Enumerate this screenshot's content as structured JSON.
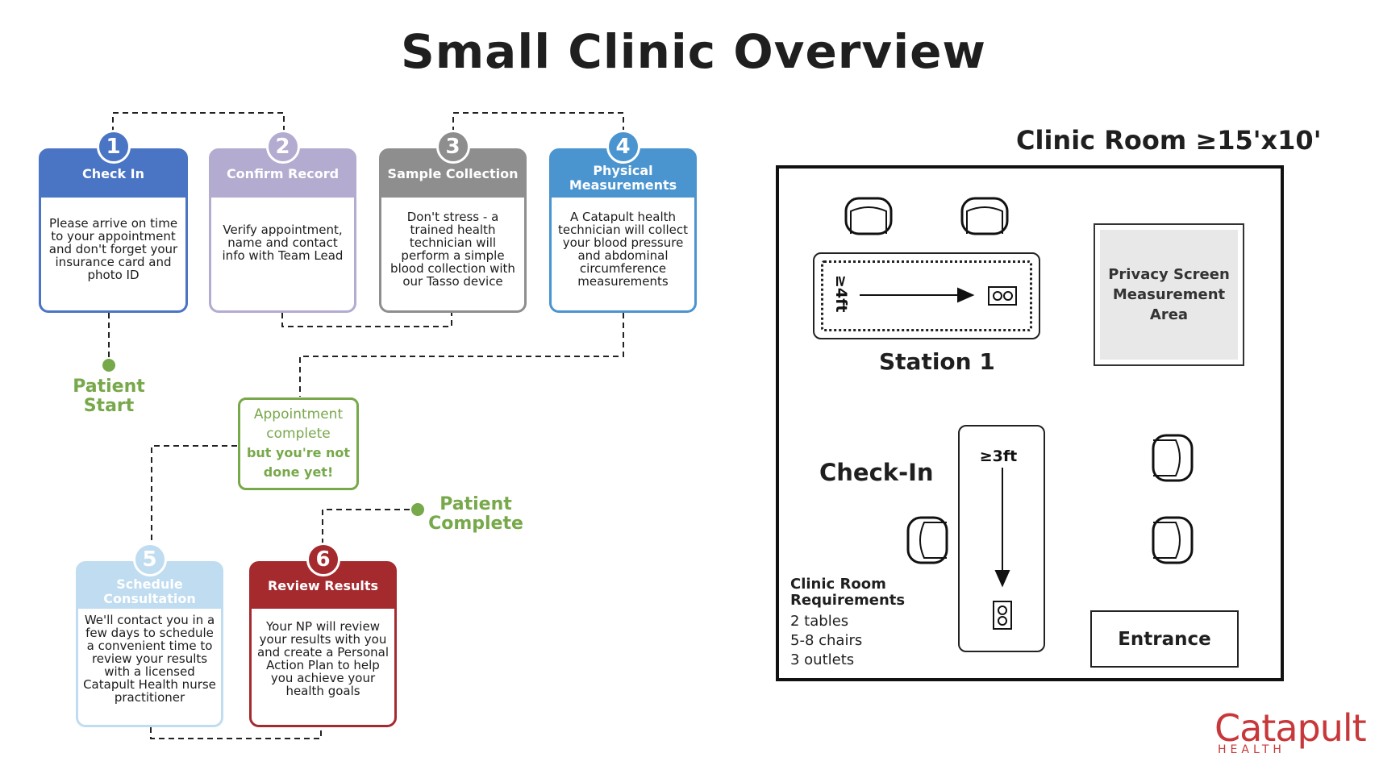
{
  "title": "Small Clinic Overview",
  "colors": {
    "step1": "#4a74c4",
    "step2": "#b3abd0",
    "step3": "#8e8e8e",
    "step4": "#4a94cf",
    "step5": "#bfdcf0",
    "step6": "#a52a2e",
    "green": "#77a84a",
    "brand": "#c8373a"
  },
  "steps": [
    {
      "num": "1",
      "title": "Check In",
      "body": "Please arrive on time to your appointment and don't forget your insurance card and photo ID"
    },
    {
      "num": "2",
      "title": "Confirm Record",
      "body": "Verify appointment, name and contact info with Team Lead"
    },
    {
      "num": "3",
      "title": "Sample Collection",
      "body": "Don't stress - a trained health technician will perform a simple blood collection with our Tasso device"
    },
    {
      "num": "4",
      "title": "Physical Measurements",
      "body": "A Catapult health technician will collect your blood pressure and abdominal circumference measurements"
    },
    {
      "num": "5",
      "title": "Schedule Consultation",
      "body": "We'll contact you in a few days to schedule a convenient time to review your results with a licensed Catapult Health nurse practitioner"
    },
    {
      "num": "6",
      "title": "Review Results",
      "body": "Your NP will review your results with you and create a Personal Action Plan to help you achieve your health goals"
    }
  ],
  "patient_start": "Patient Start",
  "patient_complete": "Patient Complete",
  "appointment": {
    "line1": "Appointment complete",
    "line2": "but you're not done yet!"
  },
  "room": {
    "title": "Clinic Room ≥15'x10'",
    "station_label": "Station 1",
    "checkin_label": "Check-In",
    "privacy_label": "Privacy Screen Measurement Area",
    "entrance_label": "Entrance",
    "table1_dim": "≥4ft",
    "table2_dim": "≥3ft",
    "requirements_title": "Clinic Room Requirements",
    "requirements": [
      "2 tables",
      "5-8 chairs",
      "3 outlets"
    ]
  },
  "logo": {
    "word": "Catapult",
    "sub": "HEALTH"
  }
}
